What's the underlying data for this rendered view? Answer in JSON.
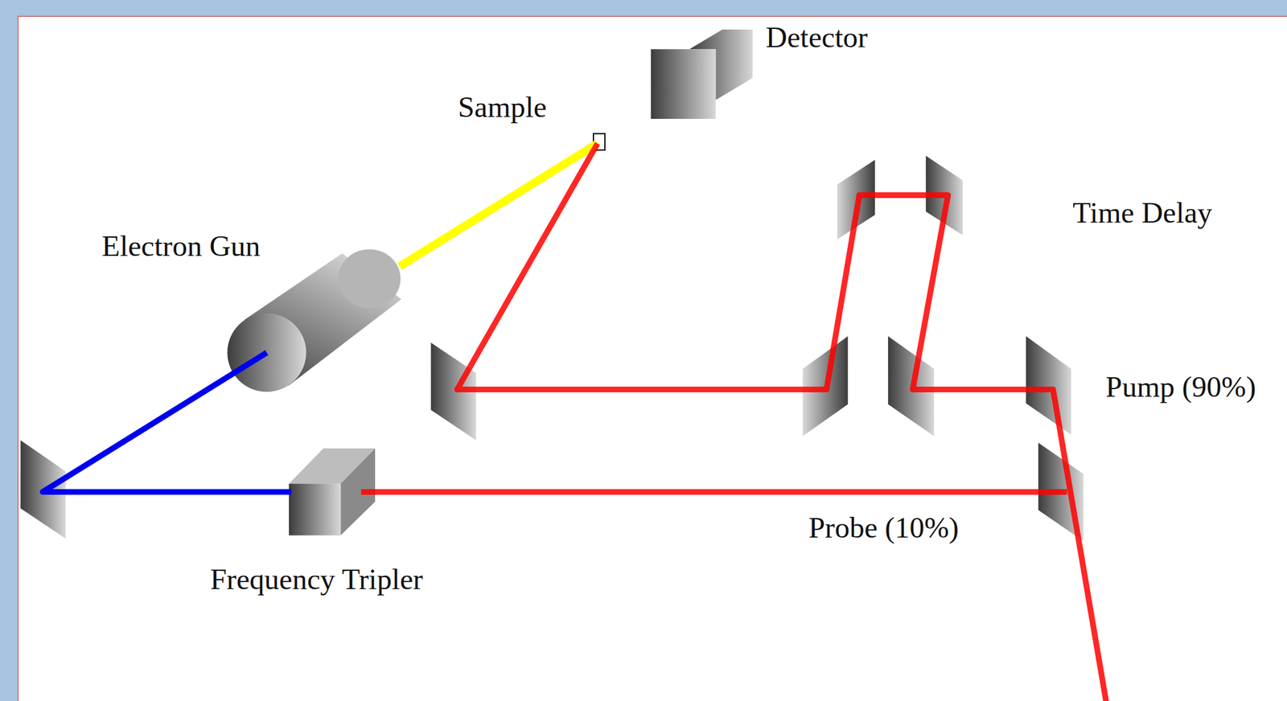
{
  "diagram": {
    "labels": [
      "Detector",
      "Sample",
      "Electron Gun",
      "Time Delay",
      "Pump (90%)",
      "Probe (10%)",
      "Frequency Tripler"
    ]
  }
}
